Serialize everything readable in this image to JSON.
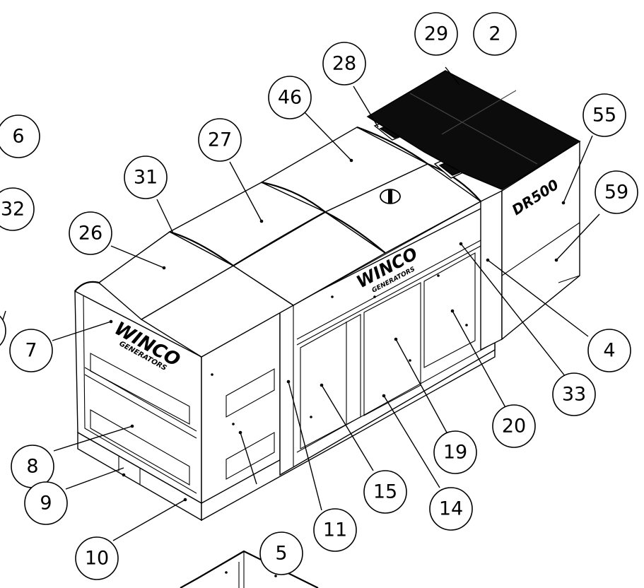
{
  "callouts": [
    {
      "label": "29"
    },
    {
      "label": "2"
    },
    {
      "label": "28"
    },
    {
      "label": "46"
    },
    {
      "label": "55"
    },
    {
      "label": "6"
    },
    {
      "label": "27"
    },
    {
      "label": "59"
    },
    {
      "label": "31"
    },
    {
      "label": "32"
    },
    {
      "label": "26"
    },
    {
      "label": "7"
    },
    {
      "label": "4"
    },
    {
      "label": "33"
    },
    {
      "label": "20"
    },
    {
      "label": "19"
    },
    {
      "label": "8"
    },
    {
      "label": "15"
    },
    {
      "label": "14"
    },
    {
      "label": "9"
    },
    {
      "label": "11"
    },
    {
      "label": "5"
    },
    {
      "label": "10"
    }
  ],
  "branding": {
    "logo_main": "WINCO",
    "logo_sub": "GENERATORS",
    "model": "DR500"
  }
}
